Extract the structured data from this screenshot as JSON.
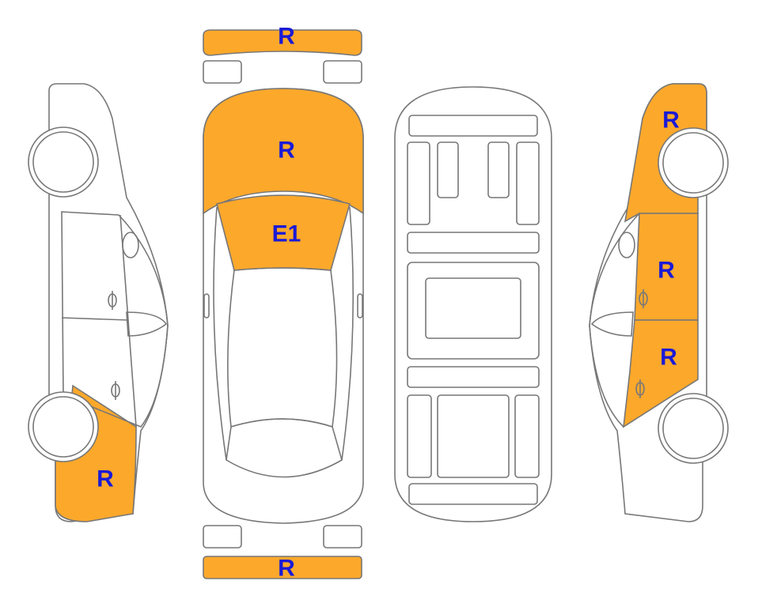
{
  "colors": {
    "damage_fill": "#FCA82B",
    "label": "#1A1AD6",
    "outline": "#777777"
  },
  "labels": {
    "front_bumper": "R",
    "hood": "R",
    "windshield": "E1",
    "rear_bumper": "R",
    "left_rear_quarter": "R",
    "right_front_fender": "R",
    "right_front_door": "R",
    "right_rear_door": "R"
  }
}
